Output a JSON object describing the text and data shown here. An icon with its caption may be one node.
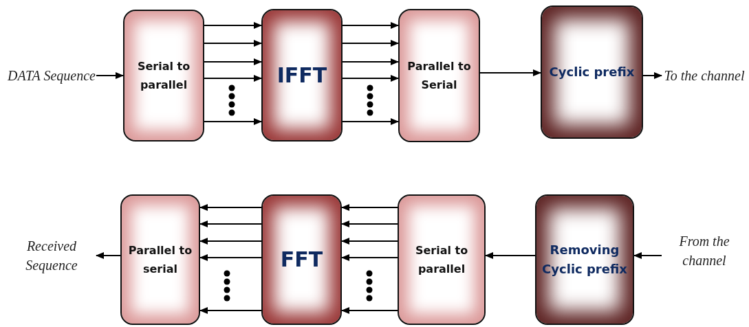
{
  "diagram": {
    "nodes": [
      {
        "text": [
          "DATA Sequence"
        ]
      },
      {
        "text": [
          "Serial to parallel"
        ]
      },
      {
        "text": [
          "IFFT"
        ]
      },
      {
        "text": [
          "Parallel to Serial"
        ]
      },
      {
        "text": [
          "Cyclic prefix"
        ]
      },
      {
        "text": [
          "To the channel"
        ]
      },
      {
        "text": [
          "Received Sequence"
        ]
      },
      {
        "text": [
          "Parallel to serial"
        ]
      },
      {
        "text": [
          "FFT"
        ]
      },
      {
        "text": [
          "Serial to parallel"
        ]
      },
      {
        "text": [
          "Removing Cyclic prefix"
        ]
      },
      {
        "text": [
          "From the channel"
        ]
      }
    ],
    "edges": [
      {
        "from": 0,
        "to": 1,
        "arrow": "to"
      },
      {
        "from": 1,
        "to": 2,
        "arrow": "to"
      },
      {
        "from": 1,
        "to": 2,
        "arrow": "to"
      },
      {
        "from": 1,
        "to": 2,
        "arrow": "to"
      },
      {
        "from": 1,
        "to": 2,
        "arrow": "to"
      },
      {
        "from": 1,
        "to": 2,
        "arrow": "to"
      },
      {
        "from": 2,
        "to": 3,
        "arrow": "to"
      },
      {
        "from": 2,
        "to": 3,
        "arrow": "to"
      },
      {
        "from": 2,
        "to": 3,
        "arrow": "to"
      },
      {
        "from": 2,
        "to": 3,
        "arrow": "to"
      },
      {
        "from": 2,
        "to": 3,
        "arrow": "to"
      },
      {
        "from": 3,
        "to": 4,
        "arrow": "to"
      },
      {
        "from": 4,
        "to": 5,
        "arrow": "to"
      },
      {
        "from": 11,
        "to": 10,
        "arrow": "to"
      },
      {
        "from": 10,
        "to": 9,
        "arrow": "to"
      },
      {
        "from": 9,
        "to": 8,
        "arrow": "to"
      },
      {
        "from": 9,
        "to": 8,
        "arrow": "to"
      },
      {
        "from": 9,
        "to": 8,
        "arrow": "to"
      },
      {
        "from": 9,
        "to": 8,
        "arrow": "to"
      },
      {
        "from": 9,
        "to": 8,
        "arrow": "to"
      },
      {
        "from": 8,
        "to": 7,
        "arrow": "to"
      },
      {
        "from": 8,
        "to": 7,
        "arrow": "to"
      },
      {
        "from": 8,
        "to": 7,
        "arrow": "to"
      },
      {
        "from": 8,
        "to": 7,
        "arrow": "to"
      },
      {
        "from": 8,
        "to": 7,
        "arrow": "to"
      },
      {
        "from": 7,
        "to": 6,
        "arrow": "to"
      }
    ]
  }
}
